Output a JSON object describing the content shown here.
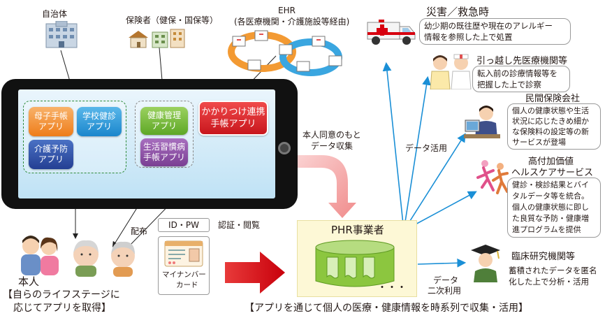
{
  "top": {
    "municipality": "自治体",
    "insurer": "保険者（健保・国保等）",
    "ehr_title": "EHR",
    "ehr_sub": "(各医療機関・介護施設等経由)"
  },
  "tablet": {
    "apps_left": [
      {
        "line1": "母子手帳",
        "line2": "アプリ"
      },
      {
        "line1": "学校健診",
        "line2": "アプリ"
      },
      {
        "line1": "介護予防",
        "line2": "アプリ"
      }
    ],
    "apps_mid": [
      {
        "line1": "健康管理",
        "line2": "アプリ"
      },
      {
        "line1": "生活習慣病",
        "line2": "手帳アプリ"
      }
    ],
    "app_right": {
      "line1": "かかりつけ連携",
      "line2": "手帳アプリ"
    }
  },
  "labels": {
    "consent_line1": "本人同意のもと",
    "consent_line2": "データ収集",
    "distribution": "配布",
    "person": "本人",
    "person_caption_line1": "【自らのライフステージに",
    "person_caption_line2": "応じてアプリを取得】",
    "id_pw": "ID・PW",
    "auth": "認証・閲覧",
    "mynumber_line1": "マイナンバー",
    "mynumber_line2": "カード",
    "phr": "PHR事業者",
    "phr_dots": "・・・",
    "data_use": "データ活用",
    "secondary_line1": "データ",
    "secondary_line2": "二次利用",
    "bottom_caption": "【アプリを通じて個人の医療・健康情報を時系列で収集・活用】"
  },
  "destinations": [
    {
      "title": "災害／救急時",
      "desc": [
        "幼少期の既往歴や現在のアレルギー",
        "情報を参照した上で処置"
      ]
    },
    {
      "title": "引っ越し先医療機関等",
      "desc": [
        "転入前の診療情報等を",
        "把握した上で診察"
      ]
    },
    {
      "title": "民間保険会社",
      "desc": [
        "個人の健康状態や生活",
        "状況に応じたきめ細か",
        "な保険料の設定等の新",
        "サービスが登場"
      ]
    },
    {
      "title_line1": "高付加価値",
      "title_line2": "ヘルスケアサービス",
      "desc": [
        "健診・検診結果とバイ",
        "タルデータ等を統合。",
        "個人の健康状態に即し",
        "た良質な予防・健康増",
        "進プログラムを提供"
      ]
    },
    {
      "title": "臨床研究機関等",
      "desc": [
        "蓄積されたデータを匿名",
        "化した上で分析・活用"
      ]
    }
  ],
  "colors": {
    "arrow_blue": "#1a8fd6",
    "big_arrow_red": "#d7000f",
    "phr_bg": "#fdf8d6",
    "cylinder_green": "#8cc63f"
  }
}
